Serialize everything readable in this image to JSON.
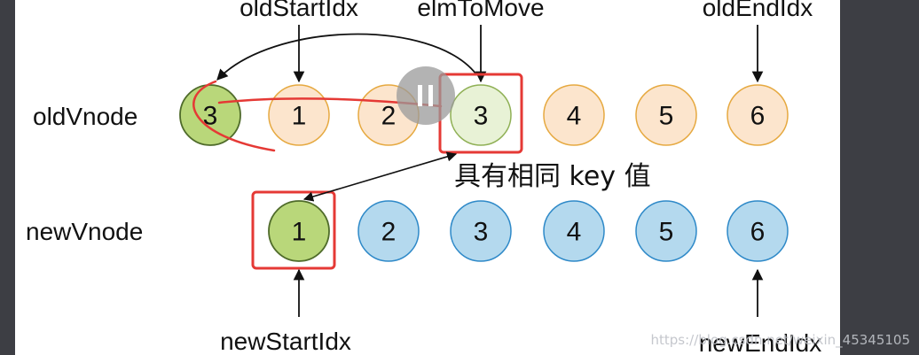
{
  "labels": {
    "oldStartIdx": "oldStartIdx",
    "elmToMove": "elmToMove",
    "oldEndIdx": "oldEndIdx",
    "newStartIdx": "newStartIdx",
    "newEndIdx": "newEndIdx",
    "oldVnode": "oldVnode",
    "newVnode": "newVnode",
    "same_key_note": "具有相同 key 值"
  },
  "old_nodes": [
    {
      "value": "3",
      "state": "moved"
    },
    {
      "value": "1",
      "state": "old"
    },
    {
      "value": "2",
      "state": "old"
    },
    {
      "value": "3",
      "state": "elmToMove"
    },
    {
      "value": "4",
      "state": "old"
    },
    {
      "value": "5",
      "state": "old"
    },
    {
      "value": "6",
      "state": "old"
    }
  ],
  "new_nodes": [
    {
      "value": "1",
      "state": "matched"
    },
    {
      "value": "2",
      "state": "new"
    },
    {
      "value": "3",
      "state": "new"
    },
    {
      "value": "4",
      "state": "new"
    },
    {
      "value": "5",
      "state": "new"
    },
    {
      "value": "6",
      "state": "new"
    }
  ],
  "colors": {
    "old_fill": "#fce5cd",
    "old_stroke": "#e6a940",
    "new_fill": "#b4d9ee",
    "new_stroke": "#2e89c8",
    "matched_fill": "#b9d77a",
    "matched_stroke": "#4f6b2a",
    "elm_fill": "#e8f2d6",
    "elm_stroke": "#8fb055",
    "highlight_box": "#e53935",
    "pause_overlay": "#9a9a9a"
  },
  "watermark": "https://blog.csdn.net/weixin_45345105"
}
